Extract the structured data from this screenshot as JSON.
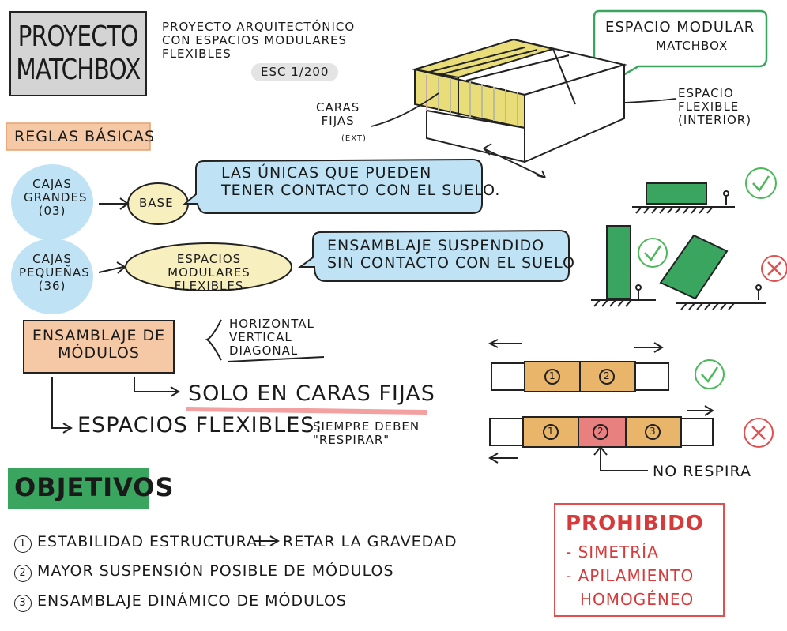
{
  "title": [
    "PROYECTO",
    "MATCHBOX"
  ],
  "subtitle": [
    "PROYECTO ARQUITECTÓNICO",
    "CON ESPACIOS MODULARES",
    "FLEXIBLES"
  ],
  "scale": "ESC 1/200",
  "bubble_modular": [
    "ESPACIO MODULAR",
    "MATCHBOX"
  ],
  "iso": {
    "fixed_faces": [
      "CARAS",
      "FIJAS"
    ],
    "fixed_ext": "(EXT)",
    "flex_space": [
      "ESPACIO",
      "FLEXIBLE",
      "(INTERIOR)"
    ]
  },
  "rules_heading": "REGLAS BÁSICAS",
  "big_boxes": [
    "CAJAS",
    "GRANDES",
    "(03)"
  ],
  "base": "BASE",
  "base_note": [
    "LAS ÚNICAS QUE PUEDEN",
    "TENER CONTACTO CON EL SUELO."
  ],
  "small_boxes": [
    "CAJAS",
    "PEQUEÑAS",
    "(36)"
  ],
  "modular_spaces": [
    "ESPACIOS MODULARES",
    "FLEXIBLES"
  ],
  "suspended_note": [
    "ENSAMBLAJE SUSPENDIDO",
    "SIN CONTACTO CON EL SUELO"
  ],
  "assembly": [
    "ENSAMBLAJE DE",
    "MÓDULOS"
  ],
  "directions": [
    "HORIZONTAL",
    "VERTICAL",
    "DIAGONAL"
  ],
  "only_fixed": "SOLO EN CARAS FIJAS",
  "flex_spaces": "ESPACIOS FLEXIBLES:",
  "must_breathe": [
    "SIEMPRE DEBEN",
    "\"RESPIRAR\""
  ],
  "module_numbers": [
    "1",
    "2",
    "3"
  ],
  "no_breathe": "NO RESPIRA",
  "objectives_heading": "OBJETIVOS",
  "objectives": [
    {
      "num": "1",
      "text": "ESTABILIDAD ESTRUCTURAL",
      "extra": "RETAR LA GRAVEDAD"
    },
    {
      "num": "2",
      "text": "MAYOR SUSPENSIÓN POSIBLE DE MÓDULOS"
    },
    {
      "num": "3",
      "text": "ENSAMBLAJE DINÁMICO DE MÓDULOS"
    }
  ],
  "prohibited_heading": "PROHIBIDO",
  "prohibited": [
    "- SIMETRÍA",
    "- APILAMIENTO",
    "HOMOGÉNEO"
  ],
  "colors": {
    "title_gray": "#d4d4d4",
    "salmon": "#f6c9a6",
    "light_blue": "#bfe3f5",
    "cream": "#f8efbf",
    "green": "#3aa55f",
    "green_check": "#4cb85a",
    "red_x": "#e05050",
    "orange_module": "#e8b56a",
    "red_module": "#e88080",
    "prohibited_red": "#d63a3a",
    "yellow_face": "#e9dd7a"
  }
}
